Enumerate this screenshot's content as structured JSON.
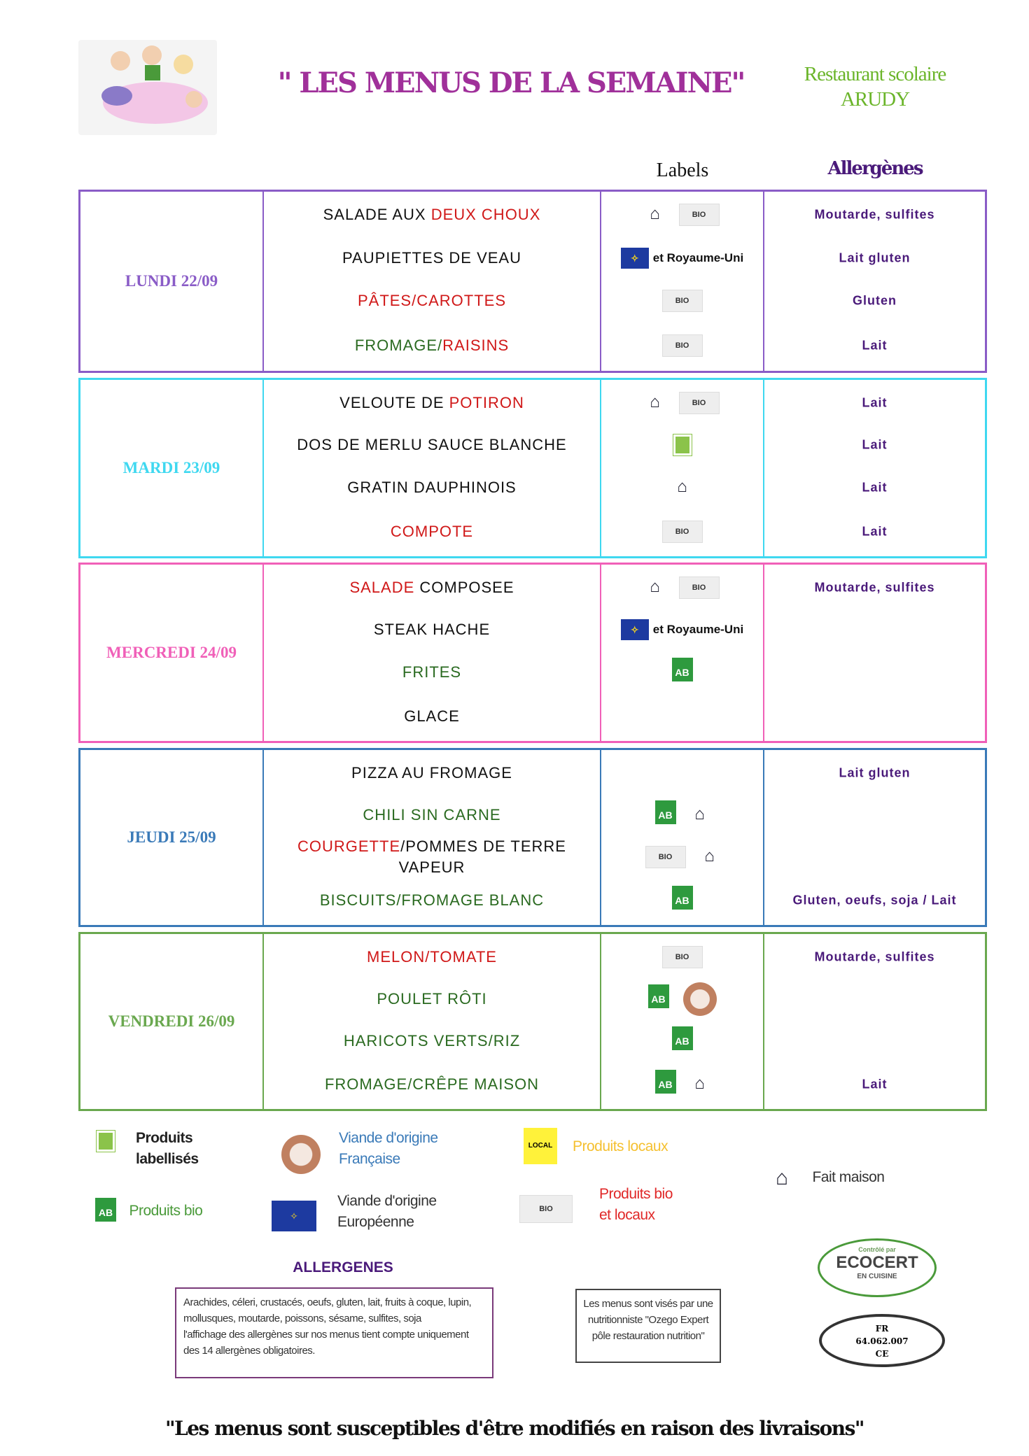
{
  "header": {
    "title": "\" LES MENUS DE LA SEMAINE\"",
    "restaurant_line1": "Restaurant scolaire",
    "restaurant_line2": "ARUDY",
    "col_labels": "Labels",
    "col_allergens": "Allergènes"
  },
  "eu_uk_text": "et Royaume-Uni",
  "days": [
    {
      "name": "LUNDI 22/09",
      "color": "#8a5cc7",
      "dishes": [
        [
          [
            "SALADE AUX ",
            "k"
          ],
          [
            "DEUX CHOUX",
            "r"
          ]
        ],
        [
          [
            "PAUPIETTES DE VEAU",
            "k"
          ]
        ],
        [
          [
            "PÂTES/CAROTTES",
            "r"
          ]
        ],
        [
          [
            "FROMAGE/",
            "g"
          ],
          [
            "RAISINS",
            "r"
          ]
        ]
      ],
      "allergens": [
        "Moutarde, sulfites",
        "Lait gluten",
        "Gluten",
        "Lait"
      ]
    },
    {
      "name": "MARDI 23/09",
      "color": "#3fd8f0",
      "dishes": [
        [
          [
            "VELOUTE DE ",
            "k"
          ],
          [
            "POTIRON",
            "r"
          ]
        ],
        [
          [
            "DOS DE MERLU SAUCE BLANCHE",
            "k"
          ]
        ],
        [
          [
            "GRATIN DAUPHINOIS",
            "k"
          ]
        ],
        [
          [
            "COMPOTE",
            "r"
          ]
        ]
      ],
      "allergens": [
        "Lait",
        "Lait",
        "Lait",
        "Lait"
      ]
    },
    {
      "name": "MERCREDI 24/09",
      "color": "#f060b8",
      "dishes": [
        [
          [
            "SALADE",
            "r"
          ],
          [
            " COMPOSEE",
            "k"
          ]
        ],
        [
          [
            "STEAK HACHE",
            "k"
          ]
        ],
        [
          [
            "FRITES",
            "g"
          ]
        ],
        [
          [
            "GLACE",
            "k"
          ]
        ]
      ],
      "allergens": [
        "Moutarde, sulfites",
        "",
        "",
        ""
      ]
    },
    {
      "name": "JEUDI 25/09",
      "color": "#3a7ab8",
      "dishes": [
        [
          [
            "PIZZA AU FROMAGE",
            "k"
          ]
        ],
        [
          [
            "CHILI SIN CARNE",
            "g"
          ]
        ],
        [
          [
            "COURGETTE",
            "r"
          ],
          [
            "/POMMES DE TERRE VAPEUR",
            "k"
          ]
        ],
        [
          [
            "BISCUITS/FROMAGE BLANC",
            "g"
          ]
        ]
      ],
      "allergens": [
        "Lait gluten",
        "",
        "",
        "Gluten, oeufs, soja / Lait"
      ]
    },
    {
      "name": "VENDREDI 26/09",
      "color": "#6aa84f",
      "dishes": [
        [
          [
            "MELON/TOMATE",
            "r"
          ]
        ],
        [
          [
            "POULET RÔTI",
            "g"
          ]
        ],
        [
          [
            "HARICOTS VERTS/RIZ",
            "g"
          ]
        ],
        [
          [
            "FROMAGE/CRÊPE MAISON",
            "g"
          ]
        ]
      ],
      "allergens": [
        "Moutarde, sulfites",
        "",
        "",
        "Lait"
      ]
    }
  ],
  "labels": [
    [
      [
        "house",
        "bio"
      ],
      [
        "eu"
      ],
      [
        "bio"
      ],
      [
        "bio"
      ]
    ],
    [
      [
        "house",
        "bio"
      ],
      [
        "eco"
      ],
      [
        "house"
      ],
      [
        "bio"
      ]
    ],
    [
      [
        "house",
        "bio"
      ],
      [
        "eu"
      ],
      [
        "ab"
      ],
      []
    ],
    [
      [],
      [
        "ab",
        "house"
      ],
      [
        "bio",
        "house"
      ],
      [
        "ab"
      ]
    ],
    [
      [
        "bio"
      ],
      [
        "ab",
        "vf"
      ],
      [
        "ab"
      ],
      [
        "ab",
        "house"
      ]
    ]
  ],
  "legend": {
    "labellises_1": "Produits",
    "labellises_2": "labellisés",
    "vf_1": "Viande d'origine",
    "vf_2": "Française",
    "locaux": "Produits locaux",
    "fait_maison": "Fait maison",
    "bio": "Produits bio",
    "eu_1": "Viande d'origine",
    "eu_2": "Européenne",
    "biolocaux_1": "Produits bio",
    "biolocaux_2": "et locaux",
    "bio_badge": "BIO",
    "local_badge": "LOCAL",
    "ab_badge": "AB"
  },
  "allergens_box": {
    "title": "ALLERGENES",
    "text1": "Arachides, céleri, crustacés, oeufs, gluten, lait, fruits à coque, lupin, mollusques, moutarde, poissons, sésame, sulfites, soja",
    "text2": "l'affichage des allergènes sur nos menus tient compte uniquement des 14 allergènes obligatoires."
  },
  "nutrition_box": "Les menus sont visés par une nutritionniste \"Ozego Expert pôle restauration nutrition\"",
  "ecocert": {
    "line1": "Contrôlé par",
    "line2": "ECOCERT",
    "line3": "EN CUISINE"
  },
  "stamp": {
    "line1": "FR",
    "line2": "64.062.007",
    "line3": "CE"
  },
  "footer": "\"Les menus sont susceptibles d'être modifiés en raison des livraisons\""
}
